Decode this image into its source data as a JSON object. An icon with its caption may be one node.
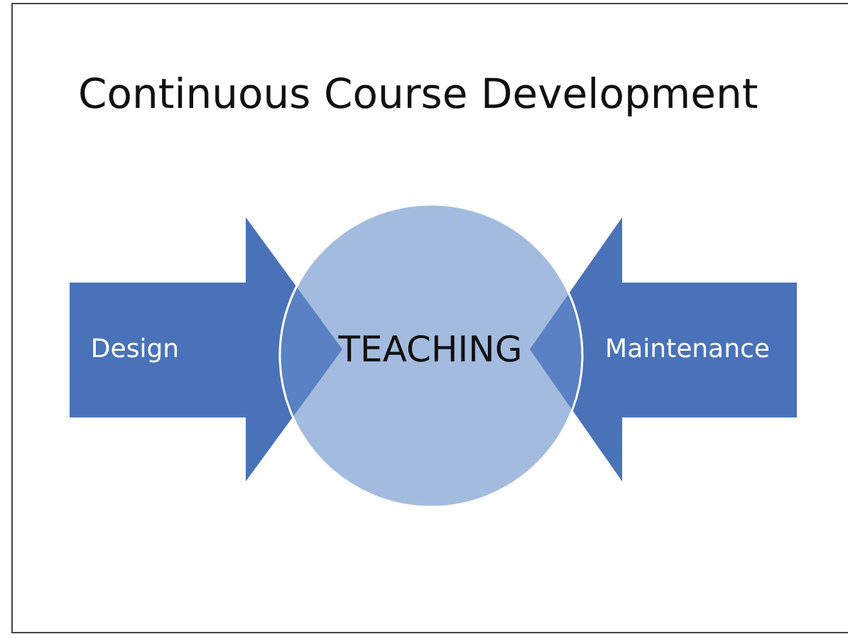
{
  "diagram": {
    "title": "Continuous Course Development",
    "nodes": [
      {
        "text": [
          "Design"
        ]
      },
      {
        "text": [
          "TEACHING"
        ]
      },
      {
        "text": [
          "Maintenance"
        ]
      }
    ]
  }
}
